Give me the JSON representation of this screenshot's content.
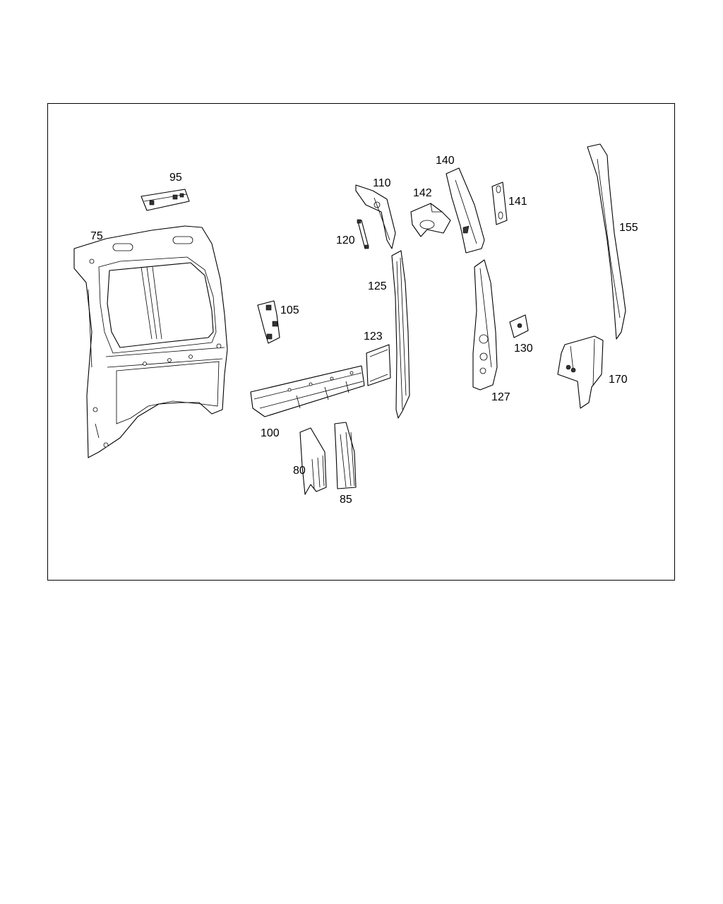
{
  "diagram": {
    "callouts": {
      "p75": "75",
      "p95": "95",
      "p100": "100",
      "p105": "105",
      "p80": "80",
      "p85": "85",
      "p110": "110",
      "p120": "120",
      "p125": "125",
      "p123": "123",
      "p140": "140",
      "p142": "142",
      "p141": "141",
      "p127": "127",
      "p130": "130",
      "p155": "155",
      "p170": "170"
    }
  }
}
